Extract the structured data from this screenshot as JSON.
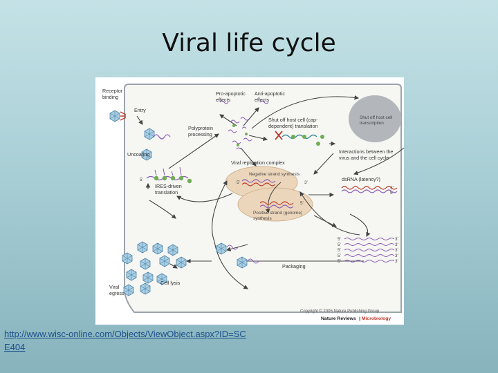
{
  "slide": {
    "title": "Viral life cycle",
    "link_text": "http://www.wisc-online.com/Objects/ViewObject.aspx?ID=SCE404"
  },
  "figure": {
    "labels": {
      "receptor_binding": [
        "Receptor",
        "binding"
      ],
      "entry": "Entry",
      "uncoating": "Uncoating",
      "polyprotein_processing": [
        "Polyprotein",
        "processing"
      ],
      "pro_apoptotic": [
        "Pro-apoptotic",
        "effects"
      ],
      "anti_apoptotic": [
        "Anti-apoptotic",
        "effects"
      ],
      "shut_off_translation": [
        "Shut off host cell (cap-",
        "dependent) translation"
      ],
      "shut_off_transcription": [
        "Shut off host cell",
        "transcription"
      ],
      "interactions": [
        "Interactions between the",
        "virus and the cell cycle"
      ],
      "viral_replication_complex": "Viral replication complex",
      "negative_strand_synthesis": "Negative strand synthesis",
      "positive_strand_synthesis": [
        "Positive strand (genome)",
        "synthesis"
      ],
      "dsrna": "dsRNA (latency?)",
      "ires_driven": [
        "IRES-driven",
        "translation"
      ],
      "packaging": "Packaging",
      "cell_lysis": "Cell lysis",
      "viral_egress": [
        "Viral",
        "egress"
      ]
    },
    "strand_ends": {
      "five": "5'",
      "three": "3'"
    },
    "copyright": "Copyright © 2005 Nature Publishing Group",
    "journal_name": "Nature Reviews",
    "journal_section": "Microbiology"
  }
}
